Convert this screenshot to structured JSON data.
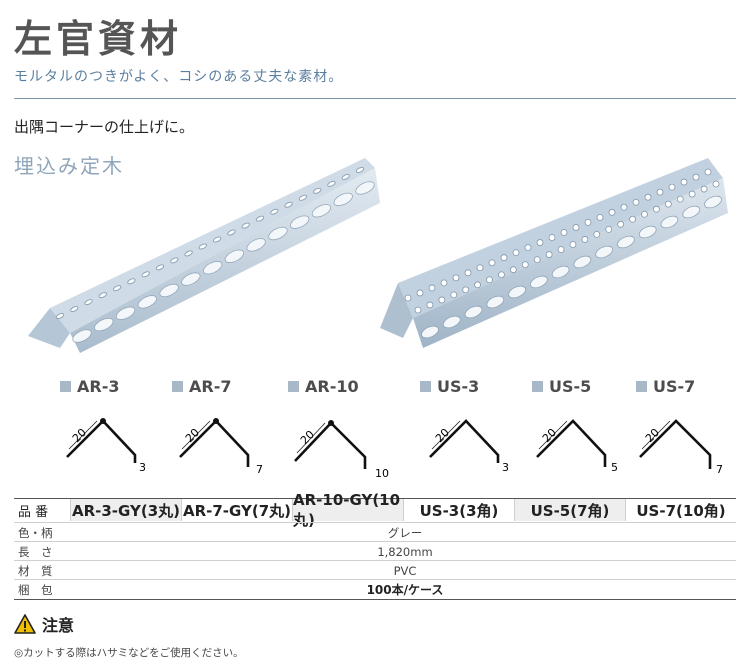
{
  "header": {
    "title": "左官資材",
    "subtitle": "モルタルのつきがよく、コシのある丈夫な素材。"
  },
  "lead": "出隅コーナーの仕上げに。",
  "section_title": "埋込み定木",
  "models": [
    {
      "label": "AR-3",
      "dim_a": "20",
      "dim_b": "3"
    },
    {
      "label": "AR-7",
      "dim_a": "20",
      "dim_b": "7"
    },
    {
      "label": "AR-10",
      "dim_a": "20",
      "dim_b": "10"
    },
    {
      "label": "US-3",
      "dim_a": "20",
      "dim_b": "3"
    },
    {
      "label": "US-5",
      "dim_a": "20",
      "dim_b": "5"
    },
    {
      "label": "US-7",
      "dim_a": "20",
      "dim_b": "7"
    }
  ],
  "spec": {
    "header_label": "品 番",
    "products": [
      "AR-3-GY(3丸)",
      "AR-7-GY(7丸)",
      "AR-10-GY(10丸)",
      "US-3(3角)",
      "US-5(7角)",
      "US-7(10角)"
    ],
    "rows": [
      {
        "label": "色・柄",
        "value": "グレー"
      },
      {
        "label": "長　さ",
        "value": "1,820mm"
      },
      {
        "label": "材　質",
        "value": "PVC"
      },
      {
        "label": "梱　包",
        "value": "100本/ケース"
      }
    ]
  },
  "caution": {
    "title": "注意",
    "note": "◎カットする際はハサミなどをご使用ください。"
  },
  "colors": {
    "accent": "#5b7fa0",
    "swatch": "#a9b8c6",
    "warning": "#f0c000"
  }
}
